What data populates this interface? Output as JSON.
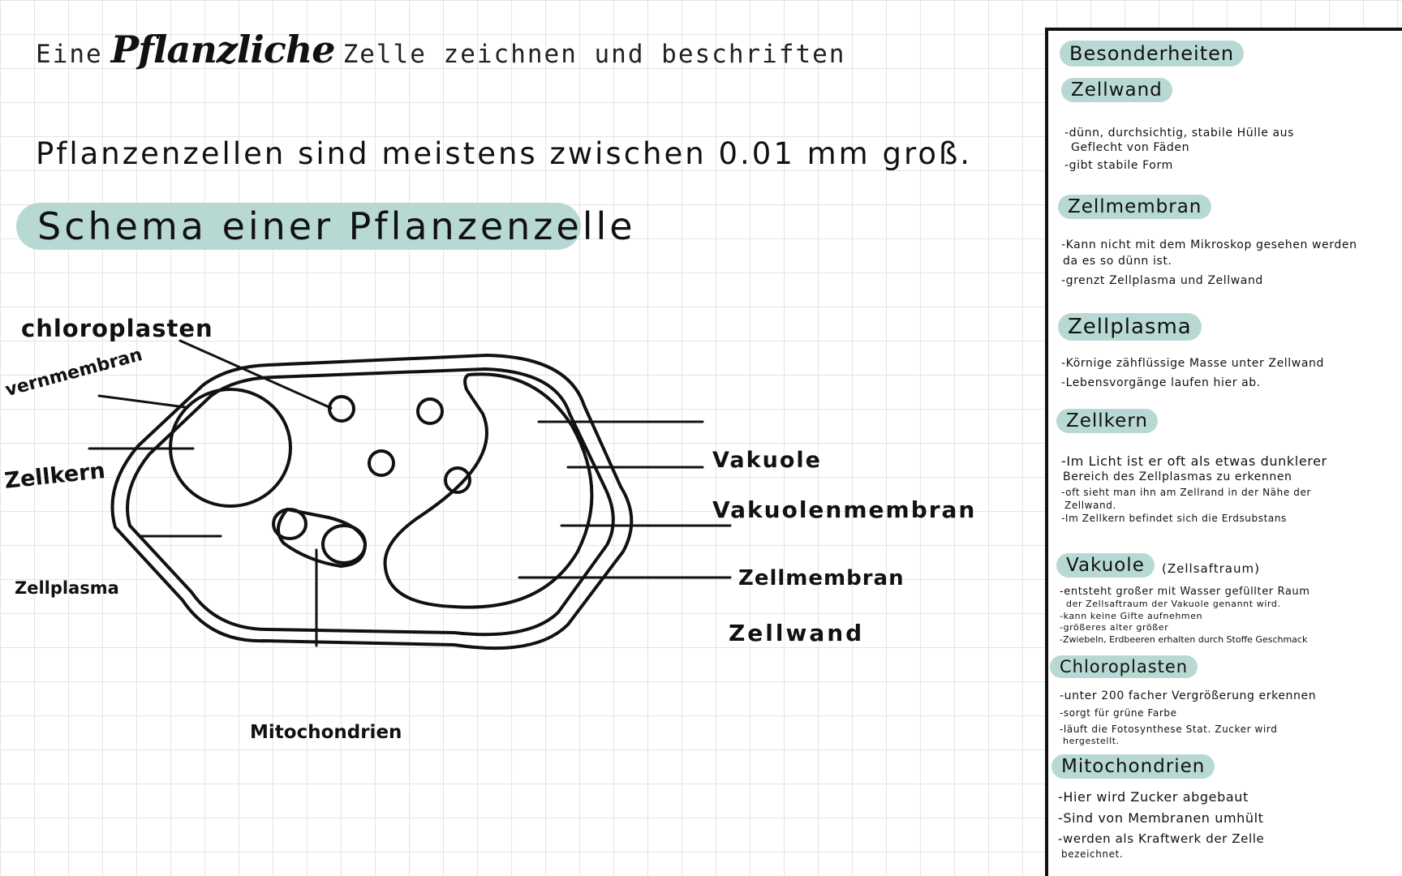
{
  "header": {
    "title_prefix": "Eine",
    "title_highlight": "Pflanzliche",
    "title_suffix": "Zelle zeichnen und beschriften"
  },
  "intro_text": "Pflanzenzellen sind meistens zwischen 0.01 mm groß.",
  "schema_title": "Schema einer Pflanzenzelle",
  "diagram": {
    "labels": {
      "chloroplasten": "chloroplasten",
      "kernmembran": "vernmembran",
      "zellkern": "Zellkern",
      "zellplasma": "Zellplasma",
      "vakuole": "Vakuole",
      "vakuolenmembran": "Vakuolenmembran",
      "zellmembran": "Zellmembran",
      "zellwand": "Zellwand",
      "mitochondrien": "Mitochondrien"
    }
  },
  "panel": {
    "title": "Besonderheiten",
    "sections": [
      {
        "heading": "Zellwand",
        "lines": [
          "-dünn, durchsichtig, stabile Hülle aus",
          "Geflecht von Fäden",
          "-gibt stabile Form"
        ]
      },
      {
        "heading": "Zellmembran",
        "lines": [
          "-Kann nicht mit dem Mikroskop gesehen werden",
          "da es so dünn ist.",
          "-grenzt Zellplasma und Zellwand"
        ]
      },
      {
        "heading": "Zellplasma",
        "lines": [
          "-Körnige zähflüssige Masse unter Zellwand",
          "-Lebensvorgänge laufen hier ab."
        ]
      },
      {
        "heading": "Zellkern",
        "lines": [
          "-Im Licht ist er oft als etwas dunklerer",
          "Bereich des Zellplasmas zu erkennen",
          "-oft sieht man ihn am Zellrand in der Nähe der",
          "Zellwand.",
          "-Im Zellkern befindet sich die Erdsubstans"
        ]
      },
      {
        "heading": "Vakuole",
        "aside": "(Zellsaftraum)",
        "lines": [
          "-entsteht großer mit Wasser gefüllter Raum",
          "der Zellsaftraum der Vakuole genannt wird.",
          "-kann keine Gifte aufnehmen",
          "-größeres alter größer",
          "-Zwiebeln, Erdbeeren erhalten durch Stoffe Geschmack"
        ]
      },
      {
        "heading": "Chloroplasten",
        "lines": [
          "-unter 200 facher Vergrößerung erkennen",
          "-sorgt für grüne Farbe",
          "-läuft die Fotosynthese Stat. Zucker wird",
          "hergestellt."
        ]
      },
      {
        "heading": "Mitochondrien",
        "lines": [
          "-Hier wird Zucker abgebaut",
          "-Sind von Membranen umhült",
          "-werden als Kraftwerk der Zelle",
          "bezeichnet."
        ]
      }
    ]
  },
  "colors": {
    "highlight": "#b8d9d3",
    "grid": "#e4e4e4",
    "ink": "#111111"
  }
}
